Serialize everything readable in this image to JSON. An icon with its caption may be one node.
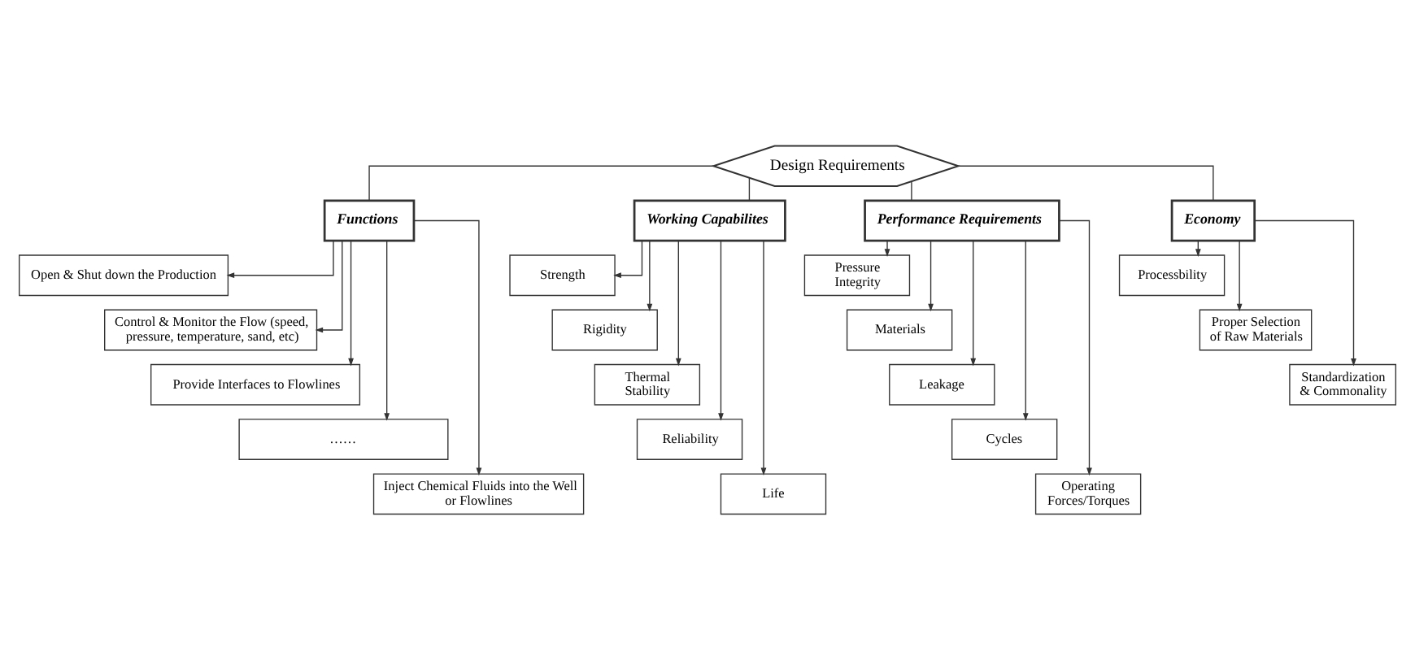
{
  "diagram": {
    "nodes": [
      {
        "text": [
          "Design Requirements"
        ]
      },
      {
        "text": [
          "Functions"
        ]
      },
      {
        "text": [
          "Open & Shut down the Production"
        ]
      },
      {
        "text": [
          "Control & Monitor the Flow (speed, pressure, temperature, sand, etc)"
        ]
      },
      {
        "text": [
          "Provide Interfaces to Flowlines"
        ]
      },
      {
        "text": [
          "……"
        ]
      },
      {
        "text": [
          "Inject Chemical Fluids into the Well or Flowlines"
        ]
      },
      {
        "text": [
          "Working Capabilites"
        ]
      },
      {
        "text": [
          "Strength"
        ]
      },
      {
        "text": [
          "Rigidity"
        ]
      },
      {
        "text": [
          "Thermal Stability"
        ]
      },
      {
        "text": [
          "Reliability"
        ]
      },
      {
        "text": [
          "Life"
        ]
      },
      {
        "text": [
          "Performance Requirements"
        ]
      },
      {
        "text": [
          "Pressure Integrity"
        ]
      },
      {
        "text": [
          "Materials"
        ]
      },
      {
        "text": [
          "Leakage"
        ]
      },
      {
        "text": [
          "Cycles"
        ]
      },
      {
        "text": [
          "Operating Forces/Torques"
        ]
      },
      {
        "text": [
          "Economy"
        ]
      },
      {
        "text": [
          "Processbility"
        ]
      },
      {
        "text": [
          "Proper Selection of Raw Materials"
        ]
      },
      {
        "text": [
          "Standardization & Commonality"
        ]
      }
    ],
    "edges": [
      {
        "from": 0,
        "to": 1,
        "arrow": "none"
      },
      {
        "from": 0,
        "to": 7,
        "arrow": "none"
      },
      {
        "from": 0,
        "to": 13,
        "arrow": "none"
      },
      {
        "from": 0,
        "to": 19,
        "arrow": "none"
      },
      {
        "from": 1,
        "to": 2,
        "arrow": "to"
      },
      {
        "from": 1,
        "to": 3,
        "arrow": "to"
      },
      {
        "from": 1,
        "to": 4,
        "arrow": "to"
      },
      {
        "from": 1,
        "to": 5,
        "arrow": "to"
      },
      {
        "from": 1,
        "to": 6,
        "arrow": "to"
      },
      {
        "from": 7,
        "to": 8,
        "arrow": "to"
      },
      {
        "from": 7,
        "to": 9,
        "arrow": "to"
      },
      {
        "from": 7,
        "to": 10,
        "arrow": "to"
      },
      {
        "from": 7,
        "to": 11,
        "arrow": "to"
      },
      {
        "from": 7,
        "to": 12,
        "arrow": "to"
      },
      {
        "from": 13,
        "to": 14,
        "arrow": "to"
      },
      {
        "from": 13,
        "to": 15,
        "arrow": "to"
      },
      {
        "from": 13,
        "to": 16,
        "arrow": "to"
      },
      {
        "from": 13,
        "to": 17,
        "arrow": "to"
      },
      {
        "from": 13,
        "to": 18,
        "arrow": "to"
      },
      {
        "from": 19,
        "to": 20,
        "arrow": "to"
      },
      {
        "from": 19,
        "to": 21,
        "arrow": "to"
      },
      {
        "from": 19,
        "to": 22,
        "arrow": "to"
      }
    ]
  }
}
